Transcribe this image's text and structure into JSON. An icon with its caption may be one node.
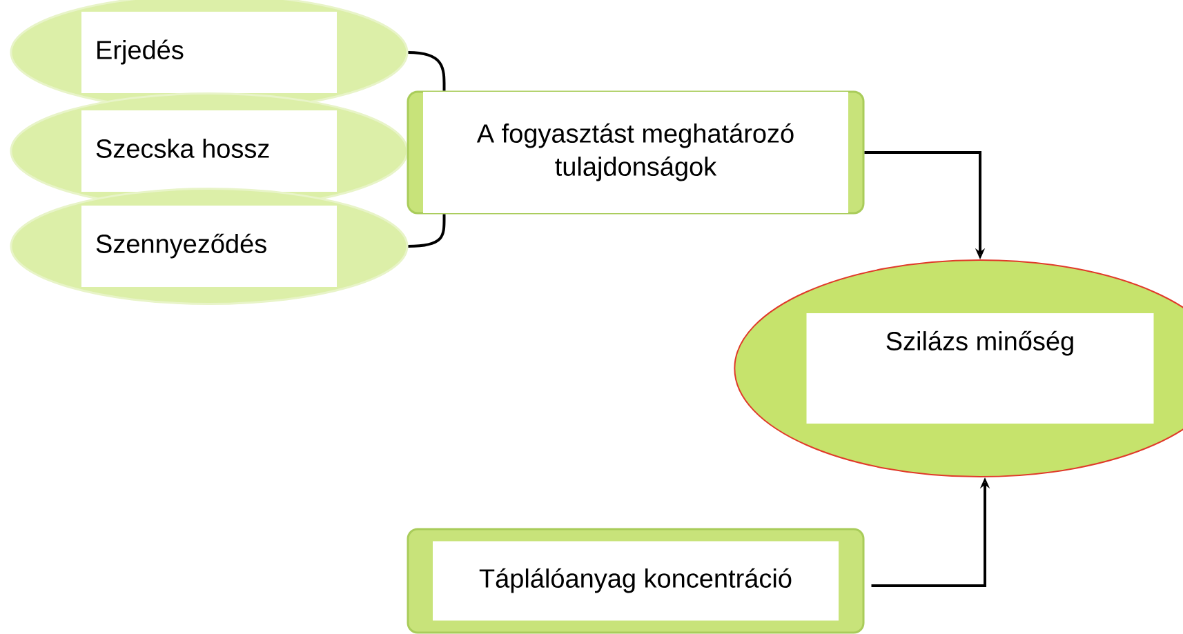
{
  "diagram": {
    "nodes": [
      {
        "text": [
          "Erjedés"
        ]
      },
      {
        "text": [
          "Szecska hossz"
        ]
      },
      {
        "text": [
          "Szennyeződés"
        ]
      },
      {
        "text": [
          "A fogyasztást meghatározó tulajdonságok"
        ]
      },
      {
        "text": [
          "Szilázs minőség"
        ]
      },
      {
        "text": [
          "Táplálóanyag koncentráció"
        ]
      }
    ],
    "edges": [
      {
        "from": 0,
        "to": 3,
        "arrow": "none"
      },
      {
        "from": 2,
        "to": 3,
        "arrow": "none"
      },
      {
        "from": 3,
        "to": 4,
        "arrow": "to"
      },
      {
        "from": 5,
        "to": 4,
        "arrow": "to"
      }
    ]
  }
}
